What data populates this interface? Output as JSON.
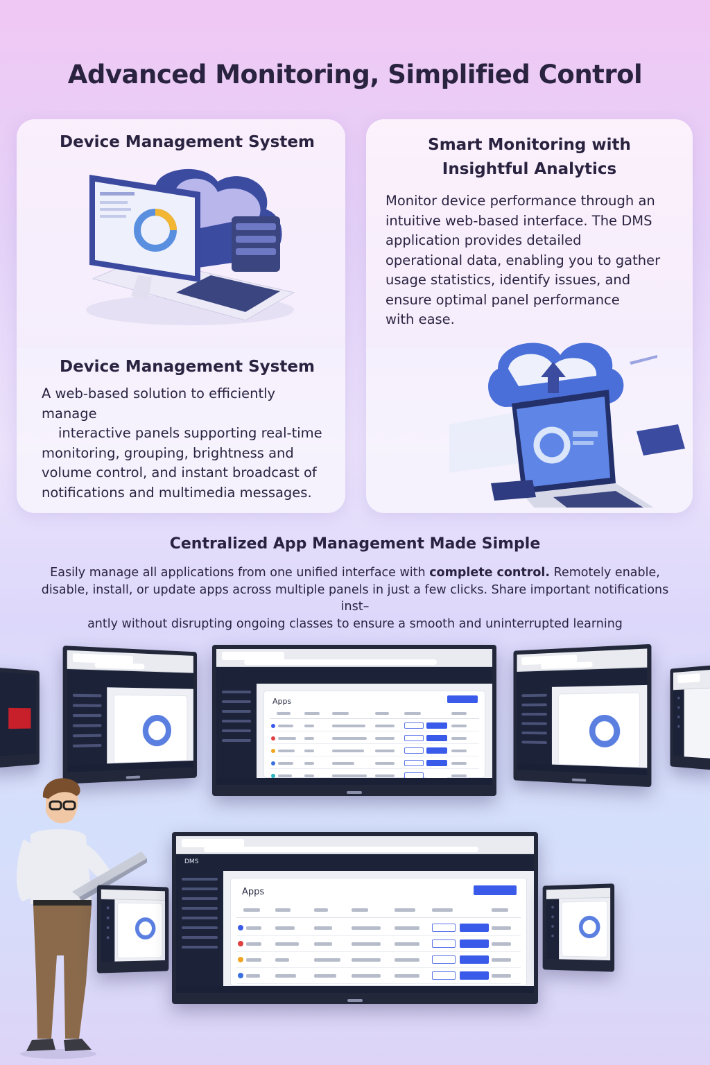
{
  "page": {
    "title": "Advanced Monitoring, Simplified Control"
  },
  "cards": {
    "left": {
      "top_heading": "Device Management System",
      "heading": "Device Management System",
      "body_lines": [
        "A web-based solution to efficiently manage",
        "interactive panels supporting real-time",
        "monitoring, grouping, brightness and",
        "volume control, and instant broadcast of",
        "notifications and multimedia messages."
      ]
    },
    "right": {
      "heading_lines": [
        "Smart Monitoring with",
        "Insightful Analytics"
      ],
      "body_lines": [
        "Monitor device performance through an",
        "intuitive web-based interface. The DMS",
        "application provides detailed",
        "operational data, enabling you to gather",
        "usage statistics, identify issues, and",
        "ensure optimal panel performance",
        "with ease."
      ]
    }
  },
  "section": {
    "heading": "Centralized App Management Made Simple",
    "line1_pre": "Easily manage all applications from one unified interface with ",
    "line1_bold": "complete control.",
    "line1_post": " Remotely enable,",
    "line2": "disable, install, or update apps across multiple panels in just a few clicks. Share important notifications inst–",
    "line3": "antly without disrupting ongoing classes to ensure a smooth and uninterrupted learning"
  },
  "screens": {
    "top_center": {
      "page_title": "Apps"
    },
    "bottom_main": {
      "page_title": "Apps",
      "brand": "DMS"
    }
  },
  "colors": {
    "accent": "#3a5bea",
    "dark_ui": "#1c2238",
    "app_dots": [
      "#3a5bea",
      "#e04040",
      "#f2a522",
      "#3a6fe0",
      "#2cb6c0"
    ]
  }
}
